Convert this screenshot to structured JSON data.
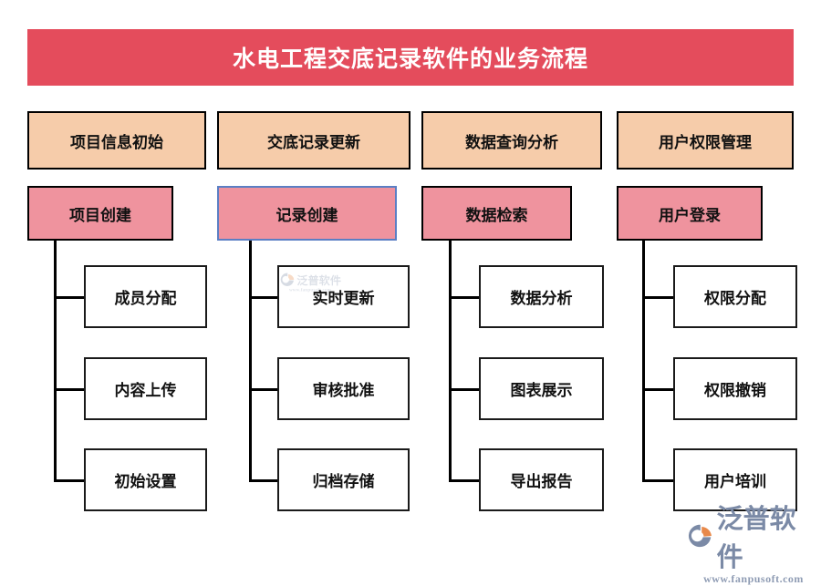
{
  "header": {
    "title": "水电工程交底记录软件的业务流程",
    "background_color": "#e44c5c",
    "text_color": "#ffffff"
  },
  "theme": {
    "level1_color": "#f6ccaa",
    "level2_color": "#ef939e",
    "leaf_color": "#ffffff",
    "border_color": "#000000",
    "selected_border_color": "#5b7fc4"
  },
  "columns": [
    {
      "level1": "项目信息初始",
      "level2": "项目创建",
      "level2_selected": false,
      "leaves": [
        "成员分配",
        "内容上传",
        "初始设置"
      ]
    },
    {
      "level1": "交底记录更新",
      "level2": "记录创建",
      "level2_selected": true,
      "leaves": [
        "实时更新",
        "审核批准",
        "归档存储"
      ]
    },
    {
      "level1": "数据查询分析",
      "level2": "数据检索",
      "level2_selected": false,
      "leaves": [
        "数据分析",
        "图表展示",
        "导出报告"
      ]
    },
    {
      "level1": "用户权限管理",
      "level2": "用户登录",
      "level2_selected": false,
      "leaves": [
        "权限分配",
        "权限撤销",
        "用户培训"
      ]
    }
  ],
  "logo": {
    "word": "泛普软件",
    "url": "www.fanpusoft.com",
    "mark_color_blue": "#7b8aa6",
    "mark_color_orange": "#e8894a"
  }
}
